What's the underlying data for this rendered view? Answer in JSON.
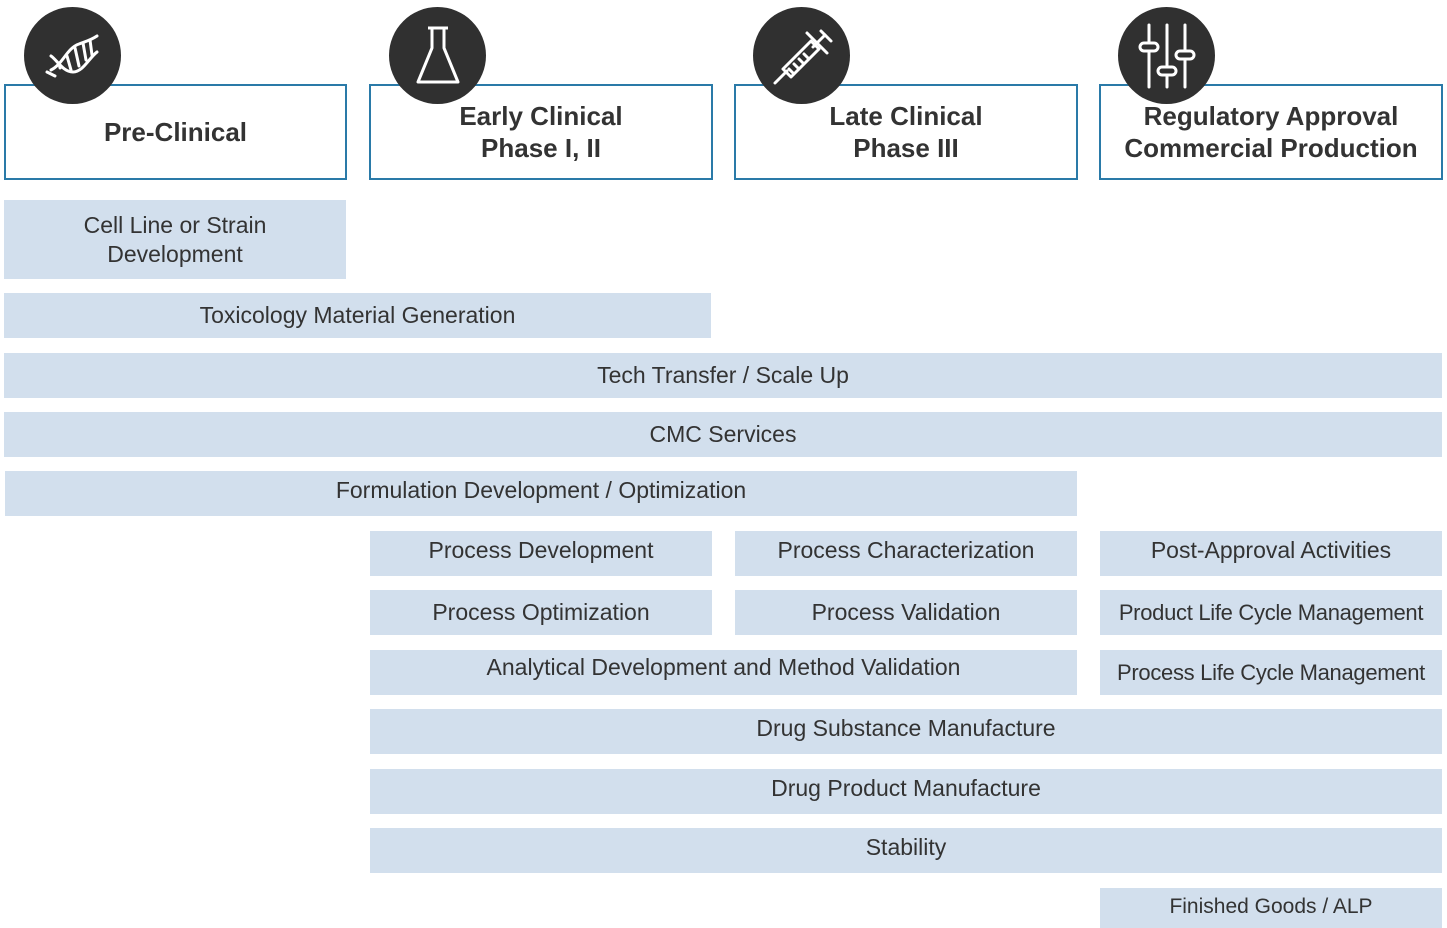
{
  "colors": {
    "phase_border": "#2a7aa8",
    "bar_fill": "#d2dfed",
    "icon_bg": "#303030",
    "text": "#333333"
  },
  "phases": [
    {
      "icon": "dna-icon",
      "lines": [
        "Pre-Clinical"
      ]
    },
    {
      "icon": "flask-icon",
      "lines": [
        "Early Clinical",
        "Phase I, II"
      ]
    },
    {
      "icon": "syringe-icon",
      "lines": [
        "Late Clinical",
        "Phase III"
      ]
    },
    {
      "icon": "sliders-icon",
      "lines": [
        "Regulatory Approval",
        "Commercial Production"
      ]
    }
  ],
  "activities": {
    "cell_line": [
      "Cell Line or Strain",
      "Development"
    ],
    "toxicology": "Toxicology Material Generation",
    "tech_transfer": "Tech Transfer / Scale Up",
    "cmc": "CMC Services",
    "formulation": "Formulation Development / Optimization",
    "process_development": "Process Development",
    "process_characterization": "Process Characterization",
    "post_approval": "Post-Approval Activities",
    "process_optimization": "Process Optimization",
    "process_validation": "Process Validation",
    "product_lifecycle": "Product Life Cycle Management",
    "analytical": "Analytical Development and Method Validation",
    "process_lifecycle": "Process Life Cycle Management",
    "drug_substance": "Drug Substance Manufacture",
    "drug_product": "Drug Product Manufacture",
    "stability": "Stability",
    "finished_goods": "Finished Goods / ALP"
  }
}
